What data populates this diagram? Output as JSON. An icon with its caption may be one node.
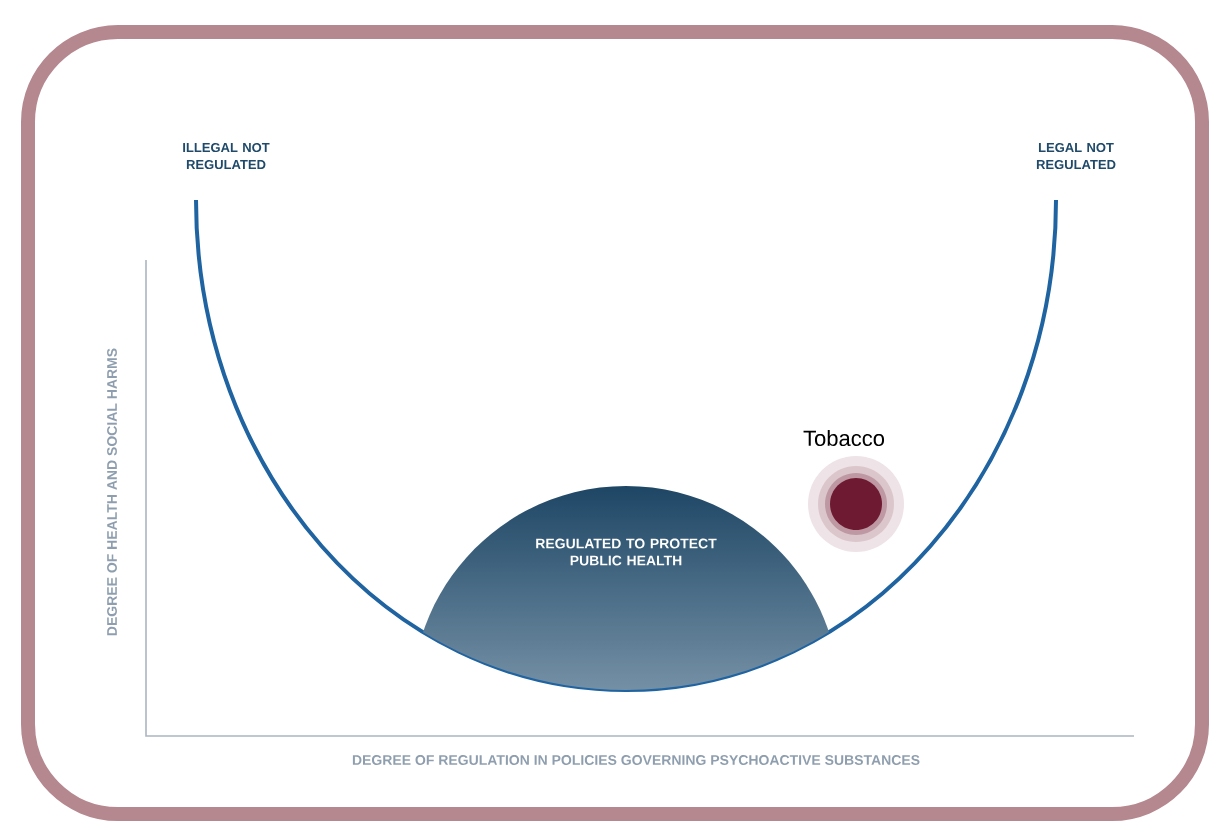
{
  "diagram": {
    "nodes": [
      {
        "text": [
          "REGULATED TO PROTECT PUBLIC HEALTH"
        ]
      },
      {
        "text": [
          "Tobacco"
        ]
      }
    ],
    "labels": [
      "ILLEGAL NOT REGULATED",
      "LEGAL NOT REGULATED",
      "DEGREE OF HEALTH AND SOCIAL HARMS",
      "DEGREE OF REGULATION IN POLICIES GOVERNING PSYCHOACTIVE SUBSTANCES"
    ]
  }
}
